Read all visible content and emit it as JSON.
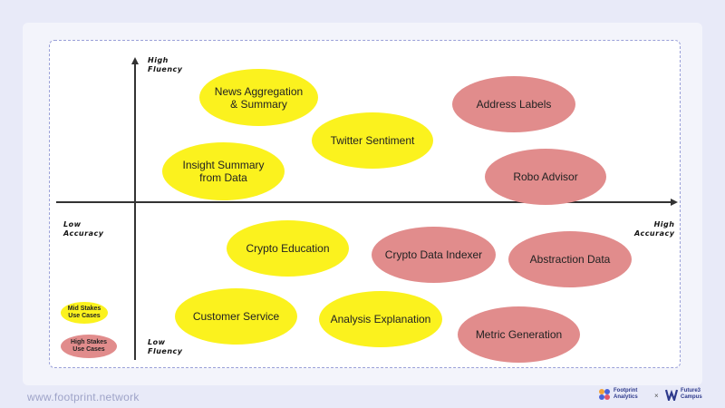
{
  "axes": {
    "y_top": "High\nFluency",
    "y_bottom": "Low\nFluency",
    "x_left": "Low\nAccuracy",
    "x_right": "High\nAccuracy"
  },
  "bubbles": {
    "news": "News Aggregation\n& Summary",
    "twitter": "Twitter Sentiment",
    "insight": "Insight Summary\nfrom Data",
    "address": "Address Labels",
    "robo": "Robo Advisor",
    "education": "Crypto Education",
    "indexer": "Crypto Data Indexer",
    "abstraction": "Abstraction Data",
    "customer": "Customer Service",
    "analysis": "Analysis Explanation",
    "metric": "Metric Generation"
  },
  "legend": {
    "mid": "Mid Stakes\nUse Cases",
    "high": "High Stakes\nUse Cases"
  },
  "colors": {
    "mid_stakes": "#fbf21e",
    "high_stakes": "#e18c8c"
  },
  "footer": {
    "url": "www.footprint.network",
    "brand1": "Footprint\nAnalytics",
    "times": "×",
    "brand2": "Future3\nCampus"
  }
}
